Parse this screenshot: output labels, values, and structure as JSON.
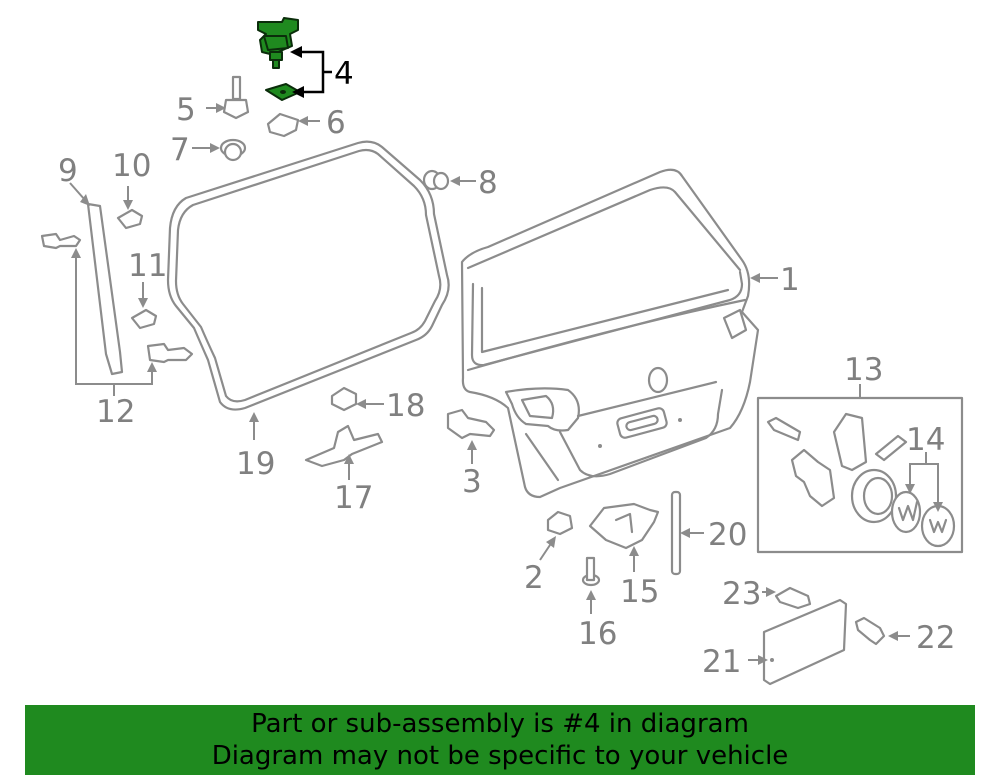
{
  "highlight_part": "4",
  "callouts": [
    {
      "id": "c1",
      "label": "1"
    },
    {
      "id": "c2",
      "label": "2"
    },
    {
      "id": "c3",
      "label": "3"
    },
    {
      "id": "c4",
      "label": "4"
    },
    {
      "id": "c5",
      "label": "5"
    },
    {
      "id": "c6",
      "label": "6"
    },
    {
      "id": "c7",
      "label": "7"
    },
    {
      "id": "c8",
      "label": "8"
    },
    {
      "id": "c9",
      "label": "9"
    },
    {
      "id": "c10",
      "label": "10"
    },
    {
      "id": "c11",
      "label": "11"
    },
    {
      "id": "c12",
      "label": "12"
    },
    {
      "id": "c13",
      "label": "13"
    },
    {
      "id": "c14",
      "label": "14"
    },
    {
      "id": "c15",
      "label": "15"
    },
    {
      "id": "c16",
      "label": "16"
    },
    {
      "id": "c17",
      "label": "17"
    },
    {
      "id": "c18",
      "label": "18"
    },
    {
      "id": "c19",
      "label": "19"
    },
    {
      "id": "c20",
      "label": "20"
    },
    {
      "id": "c21",
      "label": "21"
    },
    {
      "id": "c22",
      "label": "22"
    },
    {
      "id": "c23",
      "label": "23"
    }
  ],
  "banner": {
    "line1": "Part or sub-assembly is #4 in diagram",
    "line2": "Diagram may not be specific to your vehicle"
  },
  "colors": {
    "highlight": "#1f8a1f",
    "line_art": "#8c8c8c",
    "label_text": "#808080",
    "background": "#ffffff"
  }
}
